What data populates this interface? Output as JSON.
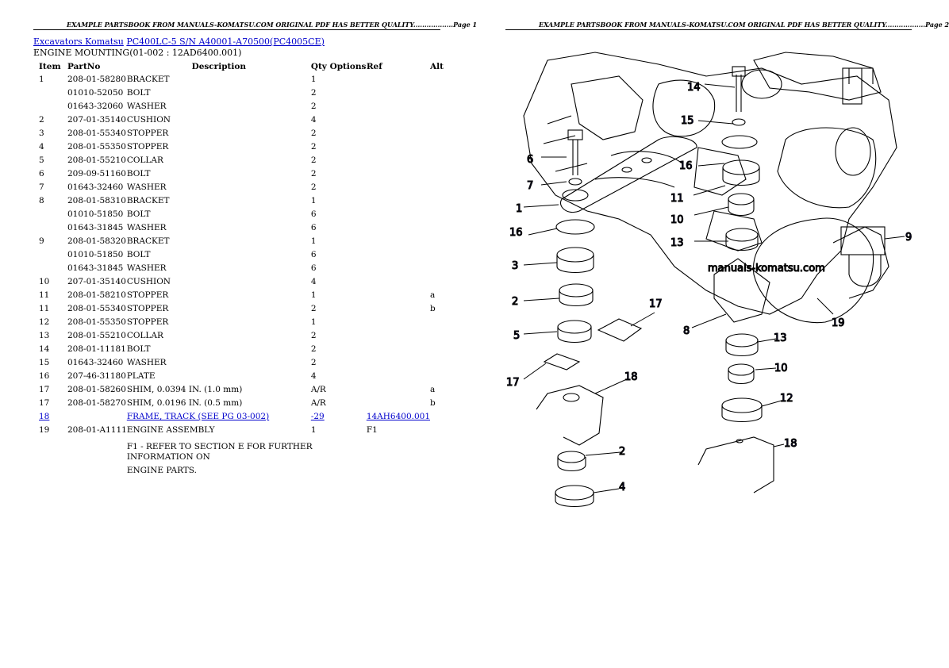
{
  "page1_header": "EXAMPLE PARTSBOOK FROM MANUALS-KOMATSU.COM ORIGINAL PDF HAS BETTER QUALITY..................Page 1",
  "page2_header": "EXAMPLE PARTSBOOK FROM MANUALS-KOMATSU.COM ORIGINAL PDF HAS BETTER QUALITY..................Page 2",
  "breadcrumb": {
    "link1": "Excavators Komatsu",
    "link2": "PC400LC-5 S/N A40001-A70500(PC4005CE)"
  },
  "subtitle": "ENGINE MOUNTING(01-002 : 12AD6400.001)",
  "columns": {
    "item": "Item",
    "partno": "PartNo",
    "description": "Description",
    "qty": "Qty Options",
    "ref": "Ref",
    "alt": "Alt"
  },
  "rows": [
    {
      "item": "1",
      "partno": "208-01-58280",
      "desc": "BRACKET",
      "qty": "1",
      "ref": "",
      "alt": ""
    },
    {
      "item": "",
      "partno": "01010-52050",
      "desc": "BOLT",
      "qty": "2",
      "ref": "",
      "alt": ""
    },
    {
      "item": "",
      "partno": "01643-32060",
      "desc": "WASHER",
      "qty": "2",
      "ref": "",
      "alt": ""
    },
    {
      "item": "2",
      "partno": "207-01-35140",
      "desc": "CUSHION",
      "qty": "4",
      "ref": "",
      "alt": ""
    },
    {
      "item": "3",
      "partno": "208-01-55340",
      "desc": "STOPPER",
      "qty": "2",
      "ref": "",
      "alt": ""
    },
    {
      "item": "4",
      "partno": "208-01-55350",
      "desc": "STOPPER",
      "qty": "2",
      "ref": "",
      "alt": ""
    },
    {
      "item": "5",
      "partno": "208-01-55210",
      "desc": "COLLAR",
      "qty": "2",
      "ref": "",
      "alt": ""
    },
    {
      "item": "6",
      "partno": "209-09-51160",
      "desc": "BOLT",
      "qty": "2",
      "ref": "",
      "alt": ""
    },
    {
      "item": "7",
      "partno": "01643-32460",
      "desc": "WASHER",
      "qty": "2",
      "ref": "",
      "alt": ""
    },
    {
      "item": "8",
      "partno": "208-01-58310",
      "desc": "BRACKET",
      "qty": "1",
      "ref": "",
      "alt": ""
    },
    {
      "item": "",
      "partno": "01010-51850",
      "desc": "BOLT",
      "qty": "6",
      "ref": "",
      "alt": ""
    },
    {
      "item": "",
      "partno": "01643-31845",
      "desc": "WASHER",
      "qty": "6",
      "ref": "",
      "alt": ""
    },
    {
      "item": "9",
      "partno": "208-01-58320",
      "desc": "BRACKET",
      "qty": "1",
      "ref": "",
      "alt": ""
    },
    {
      "item": "",
      "partno": "01010-51850",
      "desc": "BOLT",
      "qty": "6",
      "ref": "",
      "alt": ""
    },
    {
      "item": "",
      "partno": "01643-31845",
      "desc": "WASHER",
      "qty": "6",
      "ref": "",
      "alt": ""
    },
    {
      "item": "10",
      "partno": "207-01-35140",
      "desc": "CUSHION",
      "qty": "4",
      "ref": "",
      "alt": ""
    },
    {
      "item": "11",
      "partno": "208-01-58210",
      "desc": "STOPPER",
      "qty": "1",
      "ref": "",
      "alt": "a"
    },
    {
      "item": "11",
      "partno": "208-01-55340",
      "desc": "STOPPER",
      "qty": "2",
      "ref": "",
      "alt": "b"
    },
    {
      "item": "12",
      "partno": "208-01-55350",
      "desc": "STOPPER",
      "qty": "1",
      "ref": "",
      "alt": ""
    },
    {
      "item": "13",
      "partno": "208-01-55210",
      "desc": "COLLAR",
      "qty": "2",
      "ref": "",
      "alt": ""
    },
    {
      "item": "14",
      "partno": "208-01-11181",
      "desc": "BOLT",
      "qty": "2",
      "ref": "",
      "alt": ""
    },
    {
      "item": "15",
      "partno": "01643-32460",
      "desc": "WASHER",
      "qty": "2",
      "ref": "",
      "alt": ""
    },
    {
      "item": "16",
      "partno": "207-46-31180",
      "desc": "PLATE",
      "qty": "4",
      "ref": "",
      "alt": ""
    },
    {
      "item": "17",
      "partno": "208-01-58260",
      "desc": "SHIM, 0.0394 IN. (1.0 mm)",
      "qty": "A/R",
      "ref": "",
      "alt": "a"
    },
    {
      "item": "17",
      "partno": "208-01-58270",
      "desc": "SHIM, 0.0196 IN. (0.5 mm)",
      "qty": "A/R",
      "ref": "",
      "alt": "b"
    },
    {
      "item": "18",
      "partno": "",
      "desc": "FRAME, TRACK (SEE PG 03-002)",
      "qty": "-29",
      "ref": "14AH6400.001",
      "alt": "",
      "link": true
    },
    {
      "item": "19",
      "partno": "208-01-A1111",
      "desc": "ENGINE ASSEMBLY",
      "qty": "1",
      "ref": "F1",
      "alt": ""
    }
  ],
  "notes": [
    "F1 - REFER TO SECTION E FOR FURTHER INFORMATION ON",
    "ENGINE PARTS."
  ],
  "diagram": {
    "watermark": "manuals-komatsu.com",
    "callouts": [
      "14",
      "15",
      "16",
      "11",
      "10",
      "13",
      "6",
      "7",
      "1",
      "16",
      "3",
      "2",
      "5",
      "17",
      "17",
      "8",
      "18",
      "2",
      "4",
      "13",
      "10",
      "12",
      "18",
      "19",
      "9"
    ]
  }
}
